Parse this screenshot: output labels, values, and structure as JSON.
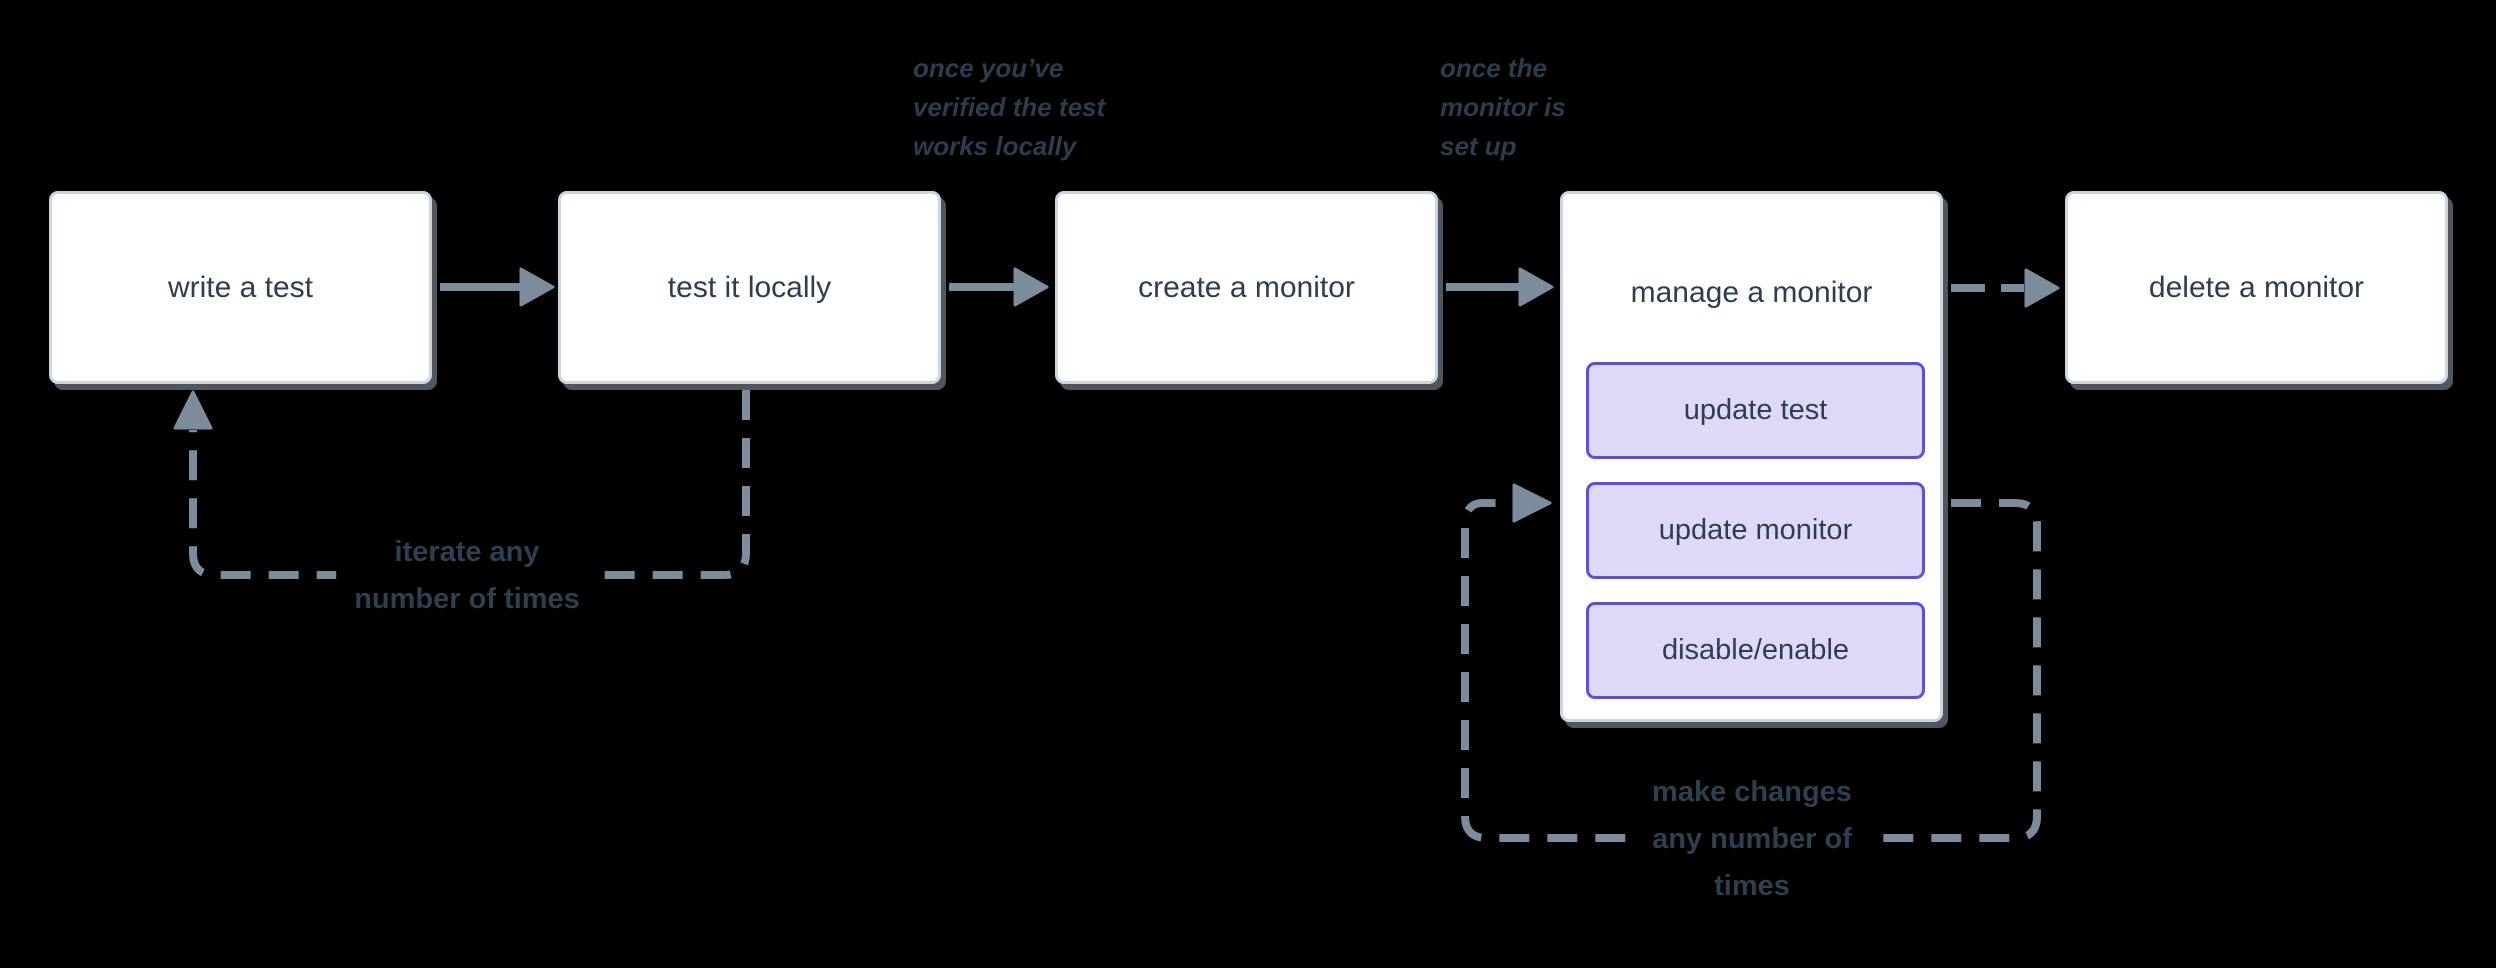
{
  "flow": {
    "nodes": [
      {
        "id": "write-a-test",
        "label": "write a test"
      },
      {
        "id": "test-it-locally",
        "label": "test it locally"
      },
      {
        "id": "create-a-monitor",
        "label": "create a monitor"
      },
      {
        "id": "manage-a-monitor",
        "label": "manage a monitor",
        "children": [
          {
            "id": "update-test",
            "label": "update test"
          },
          {
            "id": "update-monitor",
            "label": "update monitor"
          },
          {
            "id": "disable-enable",
            "label": "disable/enable"
          }
        ]
      },
      {
        "id": "delete-a-monitor",
        "label": "delete a monitor"
      }
    ],
    "annotations": [
      {
        "id": "once-verified",
        "lines": [
          "once you’ve",
          "verified the test",
          "works locally"
        ]
      },
      {
        "id": "once-set-up",
        "lines": [
          "once the",
          "monitor is",
          "set up"
        ]
      }
    ],
    "loop_labels": [
      {
        "id": "iterate-loop",
        "lines": [
          "iterate any",
          "number of times"
        ]
      },
      {
        "id": "changes-loop",
        "lines": [
          "make changes",
          "any number of",
          "times"
        ]
      }
    ]
  },
  "colors": {
    "background": "#000000",
    "node_fill": "#ffffff",
    "node_border": "#cbd6e0",
    "node_text": "#2f3e4f",
    "subnode_fill": "#ded9f8",
    "subnode_border": "#5b50e0",
    "arrow": "#7c8c9c",
    "annotation_text": "#2d3b4e",
    "loop_label_text": "#2f3e50"
  }
}
